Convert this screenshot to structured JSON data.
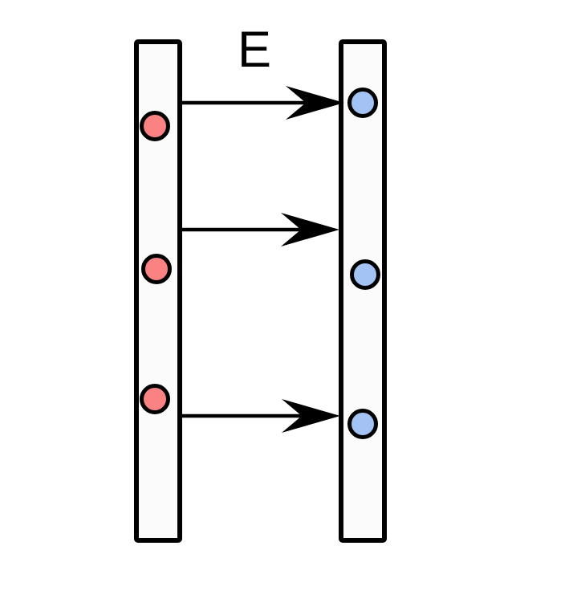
{
  "diagram": {
    "field_label": "E",
    "left_plate_charge_count": 3,
    "right_plate_charge_count": 3,
    "field_arrow_count": 3
  },
  "colors": {
    "left_charge_fill": "#FA8282",
    "right_charge_fill": "#A3C3F5",
    "plate_fill": "#FBFBFB",
    "line": "#000000",
    "background": "#FFFFFF"
  }
}
